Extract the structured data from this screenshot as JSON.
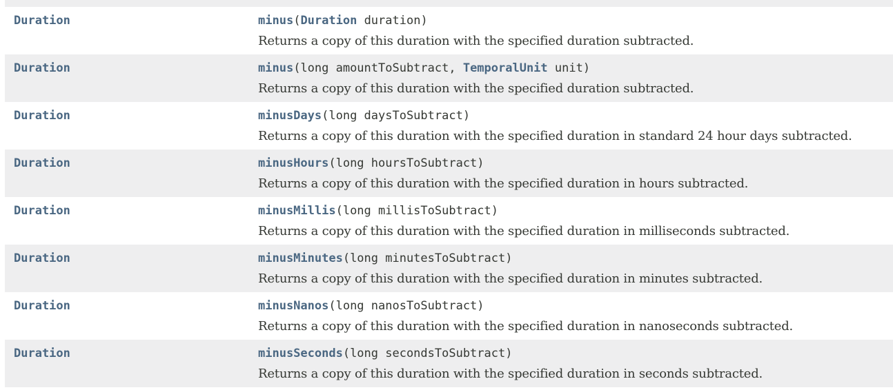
{
  "rows": [
    {
      "type": "Duration",
      "method": "minus",
      "params": [
        {
          "text": "("
        },
        {
          "type": "Duration"
        },
        {
          "text": " duration)"
        }
      ],
      "desc": "Returns a copy of this duration with the specified duration subtracted."
    },
    {
      "type": "Duration",
      "method": "minus",
      "params": [
        {
          "text": "(long amountToSubtract, "
        },
        {
          "type": "TemporalUnit"
        },
        {
          "text": " unit)"
        }
      ],
      "desc": "Returns a copy of this duration with the specified duration subtracted."
    },
    {
      "type": "Duration",
      "method": "minusDays",
      "params": [
        {
          "text": "(long daysToSubtract)"
        }
      ],
      "desc": "Returns a copy of this duration with the specified duration in standard 24 hour days subtracted."
    },
    {
      "type": "Duration",
      "method": "minusHours",
      "params": [
        {
          "text": "(long hoursToSubtract)"
        }
      ],
      "desc": "Returns a copy of this duration with the specified duration in hours subtracted."
    },
    {
      "type": "Duration",
      "method": "minusMillis",
      "params": [
        {
          "text": "(long millisToSubtract)"
        }
      ],
      "desc": "Returns a copy of this duration with the specified duration in milliseconds subtracted."
    },
    {
      "type": "Duration",
      "method": "minusMinutes",
      "params": [
        {
          "text": "(long minutesToSubtract)"
        }
      ],
      "desc": "Returns a copy of this duration with the specified duration in minutes subtracted."
    },
    {
      "type": "Duration",
      "method": "minusNanos",
      "params": [
        {
          "text": "(long nanosToSubtract)"
        }
      ],
      "desc": "Returns a copy of this duration with the specified duration in nanoseconds subtracted."
    },
    {
      "type": "Duration",
      "method": "minusSeconds",
      "params": [
        {
          "text": "(long secondsToSubtract)"
        }
      ],
      "desc": "Returns a copy of this duration with the specified duration in seconds subtracted."
    }
  ]
}
